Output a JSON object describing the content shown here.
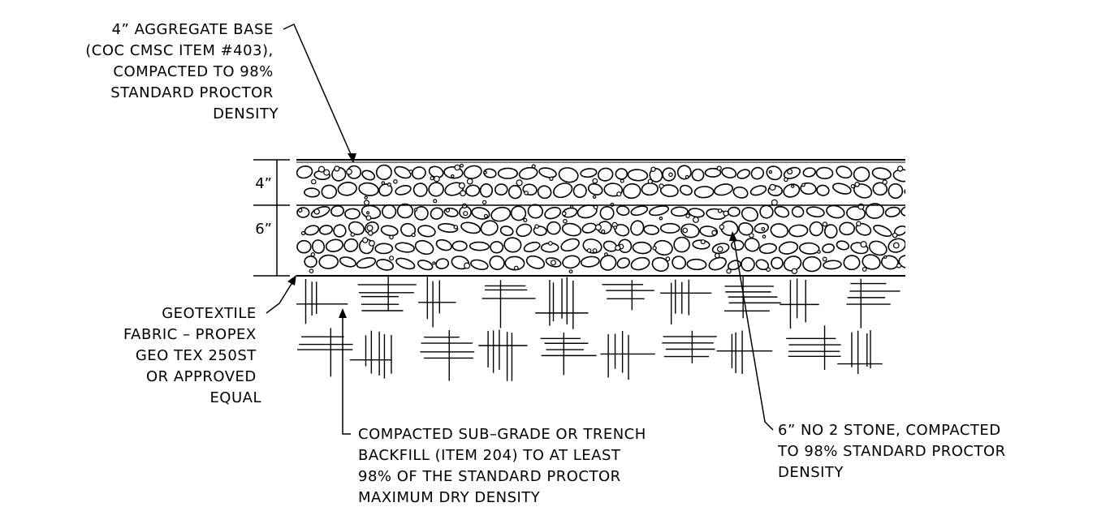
{
  "callouts": {
    "aggregate_base": {
      "lines": [
        "4” AGGREGATE BASE",
        "(COC CMSC ITEM #403),",
        "COMPACTED TO 98%",
        "STANDARD PROCTOR",
        "DENSITY"
      ]
    },
    "geotextile": {
      "lines": [
        "GEOTEXTILE",
        "FABRIC – PROPEX",
        "GEO TEX 250ST",
        "OR APPROVED",
        "EQUAL"
      ]
    },
    "subgrade": {
      "lines": [
        "COMPACTED SUB–GRADE OR TRENCH",
        "BACKFILL (ITEM 204) TO AT LEAST",
        "98% OF THE STANDARD PROCTOR",
        "MAXIMUM DRY DENSITY"
      ]
    },
    "stone": {
      "lines": [
        "6” NO 2 STONE, COMPACTED",
        "TO 98% STANDARD PROCTOR",
        "DENSITY"
      ]
    }
  },
  "dimensions": {
    "top_layer": "4”",
    "bottom_layer": "6”"
  },
  "materials": {
    "gravel_hatch": "aggregate-stone-hatch",
    "soil_hatch": "compacted-earth-hatch"
  }
}
